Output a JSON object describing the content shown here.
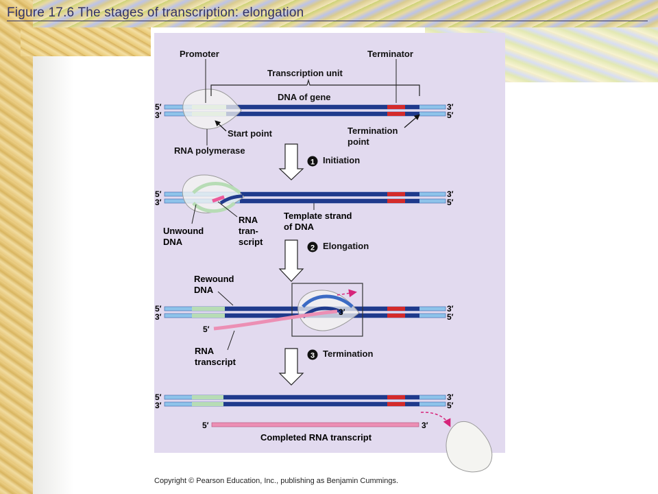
{
  "title": "Figure 17.6  The stages of transcription: elongation",
  "copyright": "Copyright © Pearson Education, Inc., publishing as Benjamin Cummings.",
  "labels": {
    "promoter": "Promoter",
    "terminator": "Terminator",
    "transcription_unit": "Transcription unit",
    "dna_of_gene": "DNA of gene",
    "start_point": "Start point",
    "rna_polymerase": "RNA polymerase",
    "termination_point_1": "Termination",
    "termination_point_2": "point",
    "unwound_1": "Unwound",
    "unwound_2": "DNA",
    "rna_tran_1": "RNA",
    "rna_tran_2": "tran-",
    "rna_tran_3": "script",
    "template_1": "Template strand",
    "template_2": "of DNA",
    "rewound_1": "Rewound",
    "rewound_2": "DNA",
    "rna_transcript_1": "RNA",
    "rna_transcript_2": "transcript",
    "completed": "Completed RNA transcript",
    "five_prime": "5′",
    "three_prime": "3′"
  },
  "steps": [
    {
      "number": "1",
      "label": "Initiation"
    },
    {
      "number": "2",
      "label": "Elongation"
    },
    {
      "number": "3",
      "label": "Termination"
    }
  ],
  "colors": {
    "dna_dark": "#1f3a8c",
    "dna_light": "#8ec3ea",
    "promoter": "#b7dcb5",
    "terminator": "#d42b2b",
    "rna": "#ec8fb4",
    "polymerase": "#f3f3f0",
    "arrow_pink": "#d6247a"
  }
}
